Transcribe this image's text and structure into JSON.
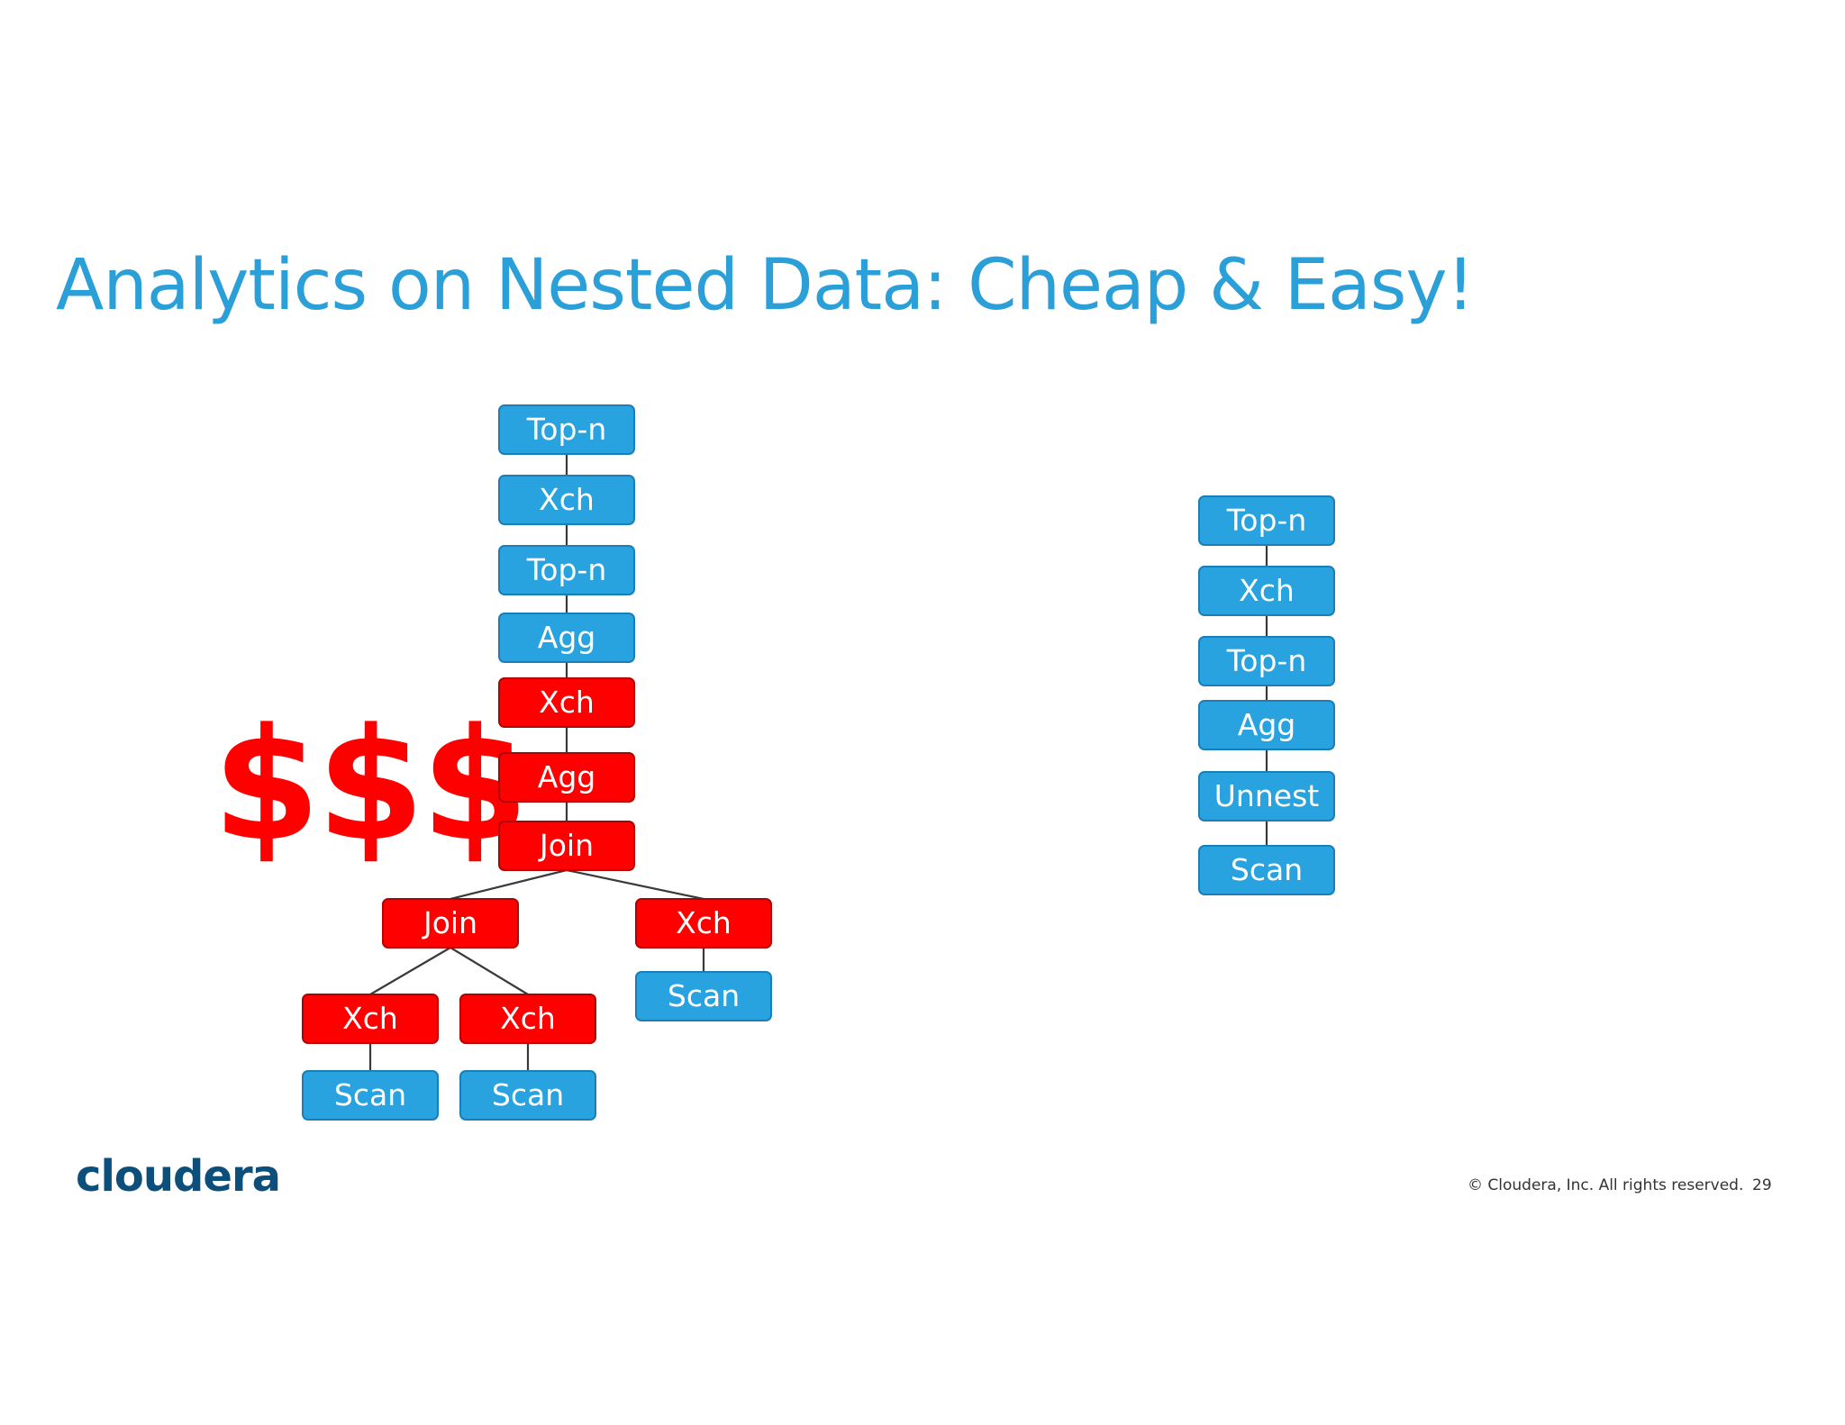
{
  "slide": {
    "title": "Analytics on Nested Data: Cheap & Easy!",
    "cost_marker": "$$$",
    "logo_text": "cloudera",
    "copyright": "© Cloudera, Inc. All rights reserved.",
    "page_number": "29"
  },
  "colors": {
    "title": "#2a9fd8",
    "blue_node": "#29a3df",
    "red_node": "#ff0000",
    "cost_marker": "#ff0000",
    "logo": "#0b4f7a"
  },
  "left_plan": {
    "nodes": [
      {
        "id": "L1",
        "label": "Top-n",
        "color": "blue"
      },
      {
        "id": "L2",
        "label": "Xch",
        "color": "blue"
      },
      {
        "id": "L3",
        "label": "Top-n",
        "color": "blue"
      },
      {
        "id": "L4",
        "label": "Agg",
        "color": "blue"
      },
      {
        "id": "L5",
        "label": "Xch",
        "color": "red"
      },
      {
        "id": "L6",
        "label": "Agg",
        "color": "red"
      },
      {
        "id": "L7",
        "label": "Join",
        "color": "red"
      },
      {
        "id": "L8",
        "label": "Join",
        "color": "red"
      },
      {
        "id": "L9",
        "label": "Xch",
        "color": "red"
      },
      {
        "id": "L10",
        "label": "Scan",
        "color": "blue"
      },
      {
        "id": "L11",
        "label": "Xch",
        "color": "red"
      },
      {
        "id": "L12",
        "label": "Xch",
        "color": "red"
      },
      {
        "id": "L13",
        "label": "Scan",
        "color": "blue"
      },
      {
        "id": "L14",
        "label": "Scan",
        "color": "blue"
      }
    ],
    "edges": [
      [
        "L1",
        "L2"
      ],
      [
        "L2",
        "L3"
      ],
      [
        "L3",
        "L4"
      ],
      [
        "L4",
        "L5"
      ],
      [
        "L5",
        "L6"
      ],
      [
        "L6",
        "L7"
      ],
      [
        "L7",
        "L8"
      ],
      [
        "L7",
        "L9"
      ],
      [
        "L9",
        "L10"
      ],
      [
        "L8",
        "L11"
      ],
      [
        "L8",
        "L12"
      ],
      [
        "L11",
        "L13"
      ],
      [
        "L12",
        "L14"
      ]
    ]
  },
  "right_plan": {
    "nodes": [
      {
        "id": "R1",
        "label": "Top-n",
        "color": "blue"
      },
      {
        "id": "R2",
        "label": "Xch",
        "color": "blue"
      },
      {
        "id": "R3",
        "label": "Top-n",
        "color": "blue"
      },
      {
        "id": "R4",
        "label": "Agg",
        "color": "blue"
      },
      {
        "id": "R5",
        "label": "Unnest",
        "color": "blue"
      },
      {
        "id": "R6",
        "label": "Scan",
        "color": "blue"
      }
    ],
    "edges": [
      [
        "R1",
        "R2"
      ],
      [
        "R2",
        "R3"
      ],
      [
        "R3",
        "R4"
      ],
      [
        "R4",
        "R5"
      ],
      [
        "R5",
        "R6"
      ]
    ]
  }
}
